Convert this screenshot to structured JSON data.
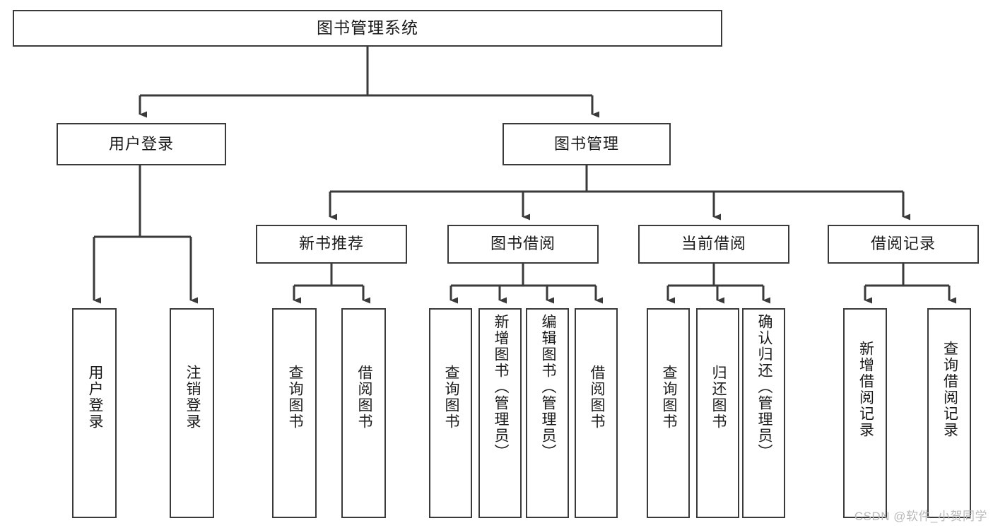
{
  "diagram": {
    "type": "tree",
    "title": "图书管理系统",
    "root": {
      "label": "图书管理系统"
    },
    "level2": [
      {
        "label": "用户登录"
      },
      {
        "label": "图书管理"
      }
    ],
    "level3": [
      {
        "label": "新书推荐"
      },
      {
        "label": "图书借阅"
      },
      {
        "label": "当前借阅"
      },
      {
        "label": "借阅记录"
      }
    ],
    "leaves": {
      "user_login": [
        {
          "label": "用户登录"
        },
        {
          "label": "注销登录"
        }
      ],
      "new_book_recommend": [
        {
          "label": "查询图书"
        },
        {
          "label": "借阅图书"
        }
      ],
      "book_borrow": [
        {
          "label": "查询图书"
        },
        {
          "label": "新增图书（管理员）"
        },
        {
          "label": "编辑图书（管理员）"
        },
        {
          "label": "借阅图书"
        }
      ],
      "current_borrow": [
        {
          "label": "查询图书"
        },
        {
          "label": "归还图书"
        },
        {
          "label": "确认归还（管理员）"
        }
      ],
      "borrow_record": [
        {
          "label": "新增借阅记录"
        },
        {
          "label": "查询借阅记录"
        }
      ]
    }
  },
  "watermark": {
    "text": "CSDN @软件_小贺同学"
  },
  "colors": {
    "stroke": "#3a3a3a",
    "text": "#1a1a1a",
    "background": "#ffffff",
    "watermark": "#b9b9b9"
  }
}
